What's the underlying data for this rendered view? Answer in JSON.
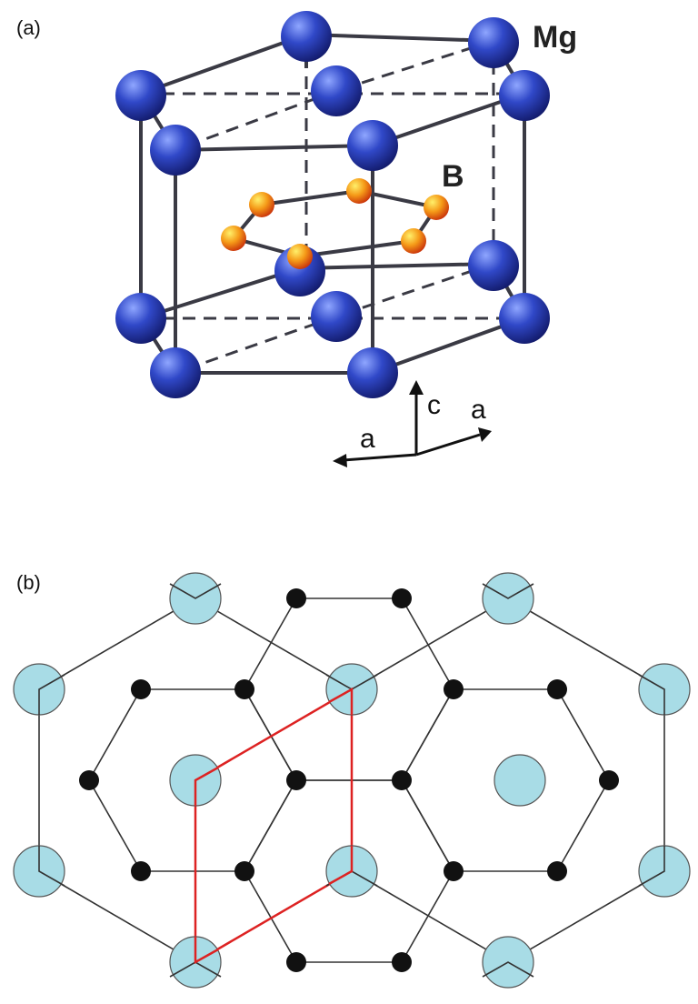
{
  "panel_a": {
    "label": "(a)",
    "mg_label": "Mg",
    "b_label": "B",
    "axis_c": "c",
    "axis_a_left": "a",
    "axis_a_right": "a",
    "colors": {
      "mg": "#2c3fb0",
      "b": "#f07a10",
      "bond": "#3a3a44"
    }
  },
  "panel_b": {
    "label": "(b)",
    "colors": {
      "mg": "#a8dce6",
      "b": "#111111",
      "cell": "#dd2222",
      "line": "#333333"
    }
  }
}
